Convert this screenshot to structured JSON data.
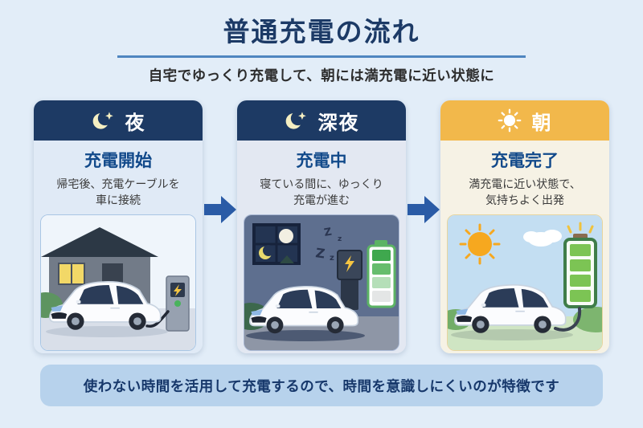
{
  "page": {
    "title": "普通充電の流れ",
    "subtitle": "自宅でゆっくり充電して、朝には満充電に近い状態に",
    "footer_note": "使わない時間を活用して充電するので、時間を意識しにくいのが特徴です"
  },
  "steps": [
    {
      "time_label": "夜",
      "time_icon": "crescent-moon-icon",
      "heading": "充電開始",
      "description": "帰宅後、充電ケーブルを\n車に接続",
      "illustration": "evening-home-car-plugged-to-charger",
      "battery_state": "connected"
    },
    {
      "time_label": "深夜",
      "time_icon": "crescent-moon-icon",
      "heading": "充電中",
      "description": "寝ている間に、ゆっくり\n充電が進む",
      "illustration": "night-sleeping-car-charging-battery-half",
      "battery_state": "charging-about-half"
    },
    {
      "time_label": "朝",
      "time_icon": "sun-icon",
      "heading": "充電完了",
      "description": "満充電に近い状態で、\n気持ちよく出発",
      "illustration": "morning-sun-car-battery-full",
      "battery_state": "full"
    }
  ],
  "colors": {
    "page_background": "#e2edf8",
    "title_text": "#1c3a66",
    "divider": "#4f86c0",
    "night_header": "#1d3a64",
    "morning_header": "#f2b84b",
    "step_heading": "#11498a",
    "flow_arrow": "#2a5ba6",
    "footer_background": "#b7d2ec",
    "footer_text": "#17386b",
    "battery_green": "#5cb364"
  }
}
